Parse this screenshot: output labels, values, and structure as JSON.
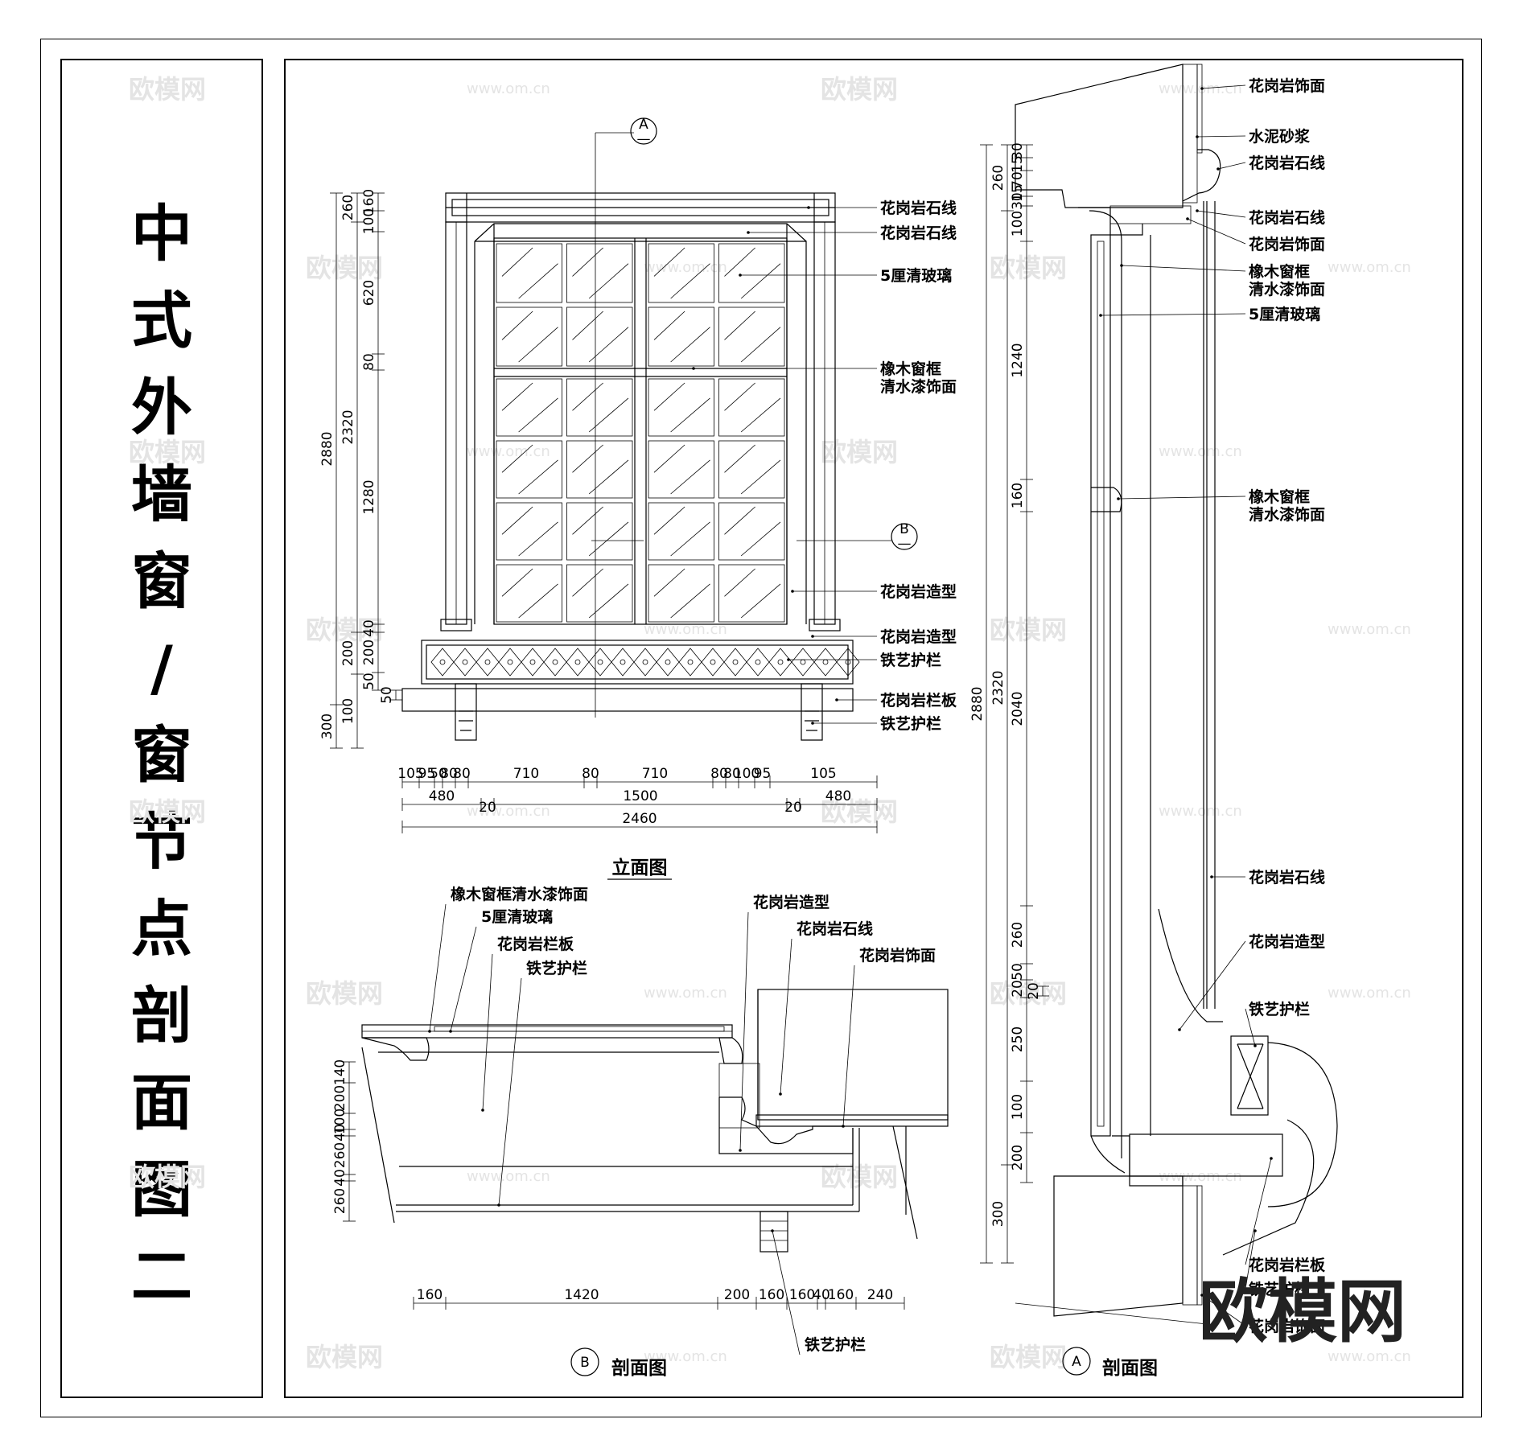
{
  "title": {
    "chars": [
      "中",
      "式",
      "外",
      "墙",
      "窗",
      "/",
      "窗",
      "节",
      "点",
      "剖",
      "面",
      "图",
      "二"
    ]
  },
  "watermark": {
    "logo": "欧模网",
    "url": "www.om.cn"
  },
  "elevation": {
    "caption": "立面图",
    "section_marks": {
      "a": "A",
      "b": "B",
      "dash": "—"
    },
    "labels": [
      "花岗岩石线",
      "花岗岩石线",
      "5厘清玻璃",
      "橡木窗框\n清水漆饰面",
      "花岗岩造型",
      "花岗岩造型",
      "铁艺护栏",
      "花岗岩栏板",
      "铁艺护栏"
    ],
    "v_dims": {
      "outer": [
        "2880",
        "300"
      ],
      "middle": [
        "260",
        "2320",
        "200",
        "100"
      ],
      "inner": [
        "160",
        "100",
        "620",
        "80",
        "1280",
        "40",
        "200",
        "50"
      ],
      "extra": [
        "50"
      ]
    },
    "h_dims": {
      "row1": [
        "105",
        "95",
        "50",
        "80",
        "80",
        "710",
        "80",
        "710",
        "80",
        "80",
        "100",
        "95",
        "105"
      ],
      "row2": [
        "480",
        "20",
        "1500",
        "20",
        "480"
      ],
      "row3": [
        "2460"
      ]
    }
  },
  "section_b": {
    "caption": "剖面图",
    "mark": "B",
    "labels": [
      "橡木窗框清水漆饰面",
      "5厘清玻璃",
      "花岗岩栏板",
      "铁艺护栏",
      "花岗岩造型",
      "花岗岩石线",
      "花岗岩饰面",
      "铁艺护栏"
    ],
    "v_dims": [
      "140",
      "200",
      "100",
      "40",
      "260",
      "40",
      "260"
    ],
    "h_dims": [
      "160",
      "1420",
      "200",
      "160",
      "160",
      "40",
      "160",
      "240"
    ]
  },
  "section_a": {
    "caption": "剖面图",
    "mark": "A",
    "labels": [
      "花岗岩饰面",
      "水泥砂浆",
      "花岗岩石线",
      "花岗岩石线",
      "花岗岩饰面",
      "橡木窗框\n清水漆饰面",
      "5厘清玻璃",
      "橡木窗框\n清水漆饰面",
      "花岗岩石线",
      "花岗岩造型",
      "铁艺护栏",
      "花岗岩栏板",
      "铁艺护栏",
      "花岗岩饰面"
    ],
    "v_dims": {
      "outer": [
        "2880"
      ],
      "middle": [
        "260",
        "2320",
        "300"
      ],
      "inner": [
        "30",
        "15",
        "70",
        "15",
        "30",
        "100",
        "1240",
        "160",
        "2040",
        "260",
        "50",
        "20",
        "250",
        "100",
        "200"
      ],
      "extra": [
        "20"
      ]
    }
  }
}
